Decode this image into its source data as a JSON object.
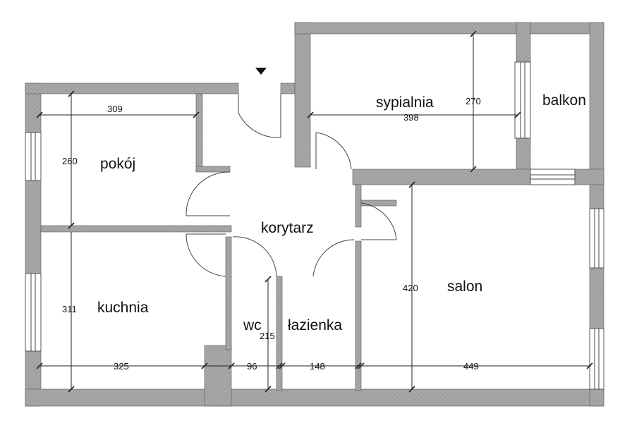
{
  "rooms": {
    "pokoj": "pokój",
    "sypialnia": "sypialnia",
    "balkon": "balkon",
    "korytarz": "korytarz",
    "kuchnia": "kuchnia",
    "wc": "wc",
    "lazienka": "łazienka",
    "salon": "salon"
  },
  "dimensions": {
    "pokoj_width": "309",
    "pokoj_height": "260",
    "sypialnia_width": "398",
    "sypialnia_height": "270",
    "salon_height": "420",
    "kuchnia_height": "311",
    "wc_height": "215",
    "kuchnia_width": "325",
    "wc_width": "96",
    "lazienka_width": "148",
    "salon_width": "449"
  },
  "colors": {
    "wall_fill": "#9a9a9a",
    "line": "#222222"
  },
  "entrance_marker": "triangle-down"
}
